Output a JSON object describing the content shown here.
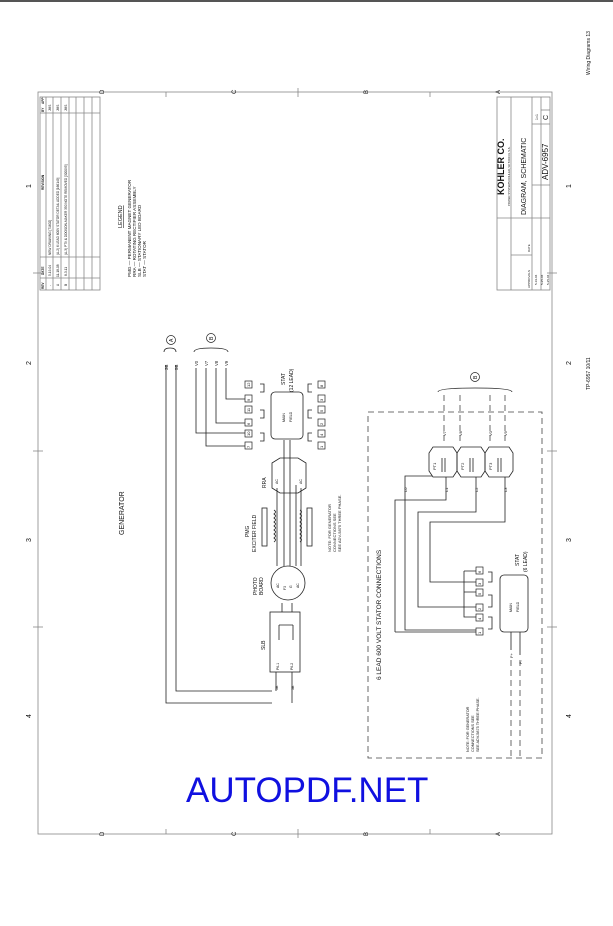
{
  "page": {
    "section_header": "Wiring Diagrams  13",
    "doc_code": "TP-6957  10/11"
  },
  "zones": {
    "letters": [
      "D",
      "C",
      "B",
      "A"
    ],
    "numbers": [
      "1",
      "2",
      "3",
      "4"
    ]
  },
  "revision_table": {
    "headers": [
      "REV",
      "DATE",
      "REVISION",
      "BY",
      "APP"
    ],
    "rows": [
      {
        "rev": "-",
        "date": "5-19-04",
        "text": "NEW DRAWING [71602]",
        "by": "JMS"
      },
      {
        "rev": "A",
        "date": "11-18-08",
        "text": "(A-2) 6 LEAD 600V STATOR DETAIL ADDED [166149]",
        "by": "JMS"
      },
      {
        "rev": "B",
        "date": "8-3-11",
        "text": "(A-3) PT9 & DOOSON-MAKER 350 NOTE REMOVED [320095]",
        "by": "JMS"
      }
    ]
  },
  "legend": {
    "title": "LEGEND",
    "items": [
      "PMG  —  PERMANENT MAGNET GENERATOR",
      "RRA  —  ROTATING RECTIFIER ASSEMBLY",
      "SLB  —  STATIONARY LED BOARD",
      "STAT  —  STATOR"
    ]
  },
  "title_block": {
    "company": "KOHLER CO.",
    "company_sub": "POWER SYSTEMS   KOHLER, WI 53044 U.S.A.",
    "title": "DIAGRAM, SCHEMATIC",
    "drawing_number": "ADV-6957",
    "revision": "C",
    "scale": "1=1",
    "approvals_label": "APPROVALS",
    "date_label": "DATE",
    "dates": [
      "5-19-04",
      "5-25-04",
      "5-25-04"
    ]
  },
  "diagram": {
    "generator_label": "GENERATOR",
    "bubble_a": "A",
    "bubble_b": "B",
    "wire_3b": "3B",
    "wire_5b": "5B",
    "v_labels": [
      "V0",
      "V7",
      "V8",
      "V9"
    ],
    "stat12_label": "STAT",
    "stat12_sub": "(12 LEAD)",
    "main_field": "MAIN",
    "main_field2": "FIELD",
    "left_terminals": [
      "12",
      "9",
      "11",
      "6",
      "10",
      "7"
    ],
    "right_terminals": [
      "8",
      "3",
      "5",
      "2",
      "4",
      "1"
    ],
    "rra_label": "RRA",
    "pmg_label": "PMG",
    "exciter_label": "EXCITER FIELD",
    "photo_label": "PHOTO",
    "board_label": "BOARD",
    "ac": "AC",
    "f3": "F3",
    "g": "G",
    "slb_label": "SLB",
    "p6_1": "P6-1",
    "p6_2": "P6-2",
    "note1": [
      "NOTE: FOR GENERATOR",
      "CONNECTIONS SEE",
      "SEE ADV-5875 THREE PHASE."
    ],
    "six_lead_title": "6 LEAD 600 VOLT STATOR CONNECTIONS",
    "pt_labels": [
      "PT1",
      "PT2",
      "PT3"
    ],
    "pt_v_labels": [
      "V7",
      "V8",
      "V0",
      "V9"
    ],
    "l_labels": [
      "L0",
      "L1",
      "L2",
      "L3"
    ],
    "stat6_label": "STAT",
    "stat6_sub": "(6 LEAD)",
    "six_terminals": [
      "6",
      "3",
      "5",
      "2",
      "4",
      "1"
    ],
    "f_plus": "F+",
    "f_minus": "F-",
    "note2": [
      "NOTE: FOR GENERATOR",
      "CONNECTIONS SEE",
      "SEE ADV-5875 THREE PHASE."
    ]
  },
  "watermark": "AUTOPDF.NET"
}
